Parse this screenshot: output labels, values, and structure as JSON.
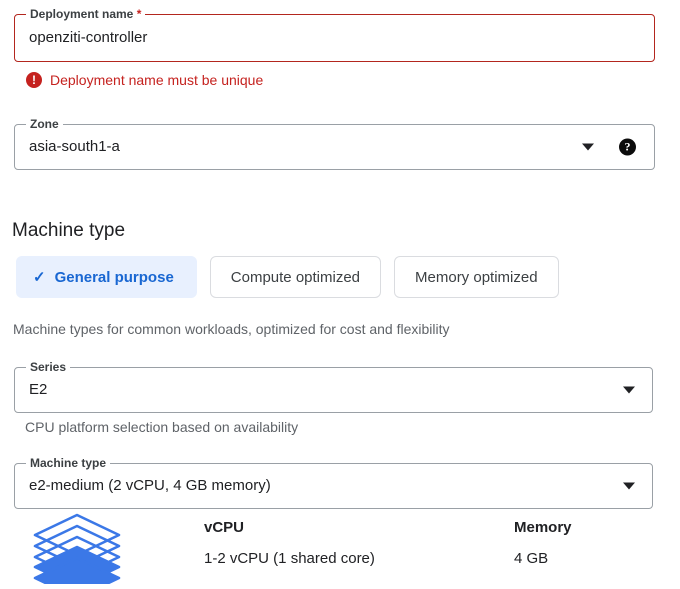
{
  "fields": {
    "deployment_name": {
      "label": "Deployment name",
      "required_marker": "*",
      "value": "openziti-controller",
      "placeholder": "Deployment name",
      "error": "Deployment name must be unique",
      "error_icon": "error-exclamation-icon",
      "border_color": "#b3261e",
      "error_color": "#c5221f"
    },
    "zone": {
      "label": "Zone",
      "value": "asia-south1-a",
      "caret_icon": "chevron-down-icon",
      "help_icon": "help-question-icon",
      "help_glyph": "?"
    },
    "series": {
      "label": "Series",
      "value": "E2",
      "caret_icon": "chevron-down-icon",
      "helper": "CPU platform selection based on availability"
    },
    "machine_type": {
      "label": "Machine type",
      "value": "e2-medium (2 vCPU, 4 GB memory)",
      "caret_icon": "chevron-down-icon"
    }
  },
  "machine_type_section": {
    "heading": "Machine type",
    "helper": "Machine types for common workloads, optimized for cost and flexibility",
    "tabs": [
      {
        "label": "General purpose",
        "selected": true,
        "check_glyph": "✓"
      },
      {
        "label": "Compute optimized",
        "selected": false
      },
      {
        "label": "Memory optimized",
        "selected": false
      }
    ],
    "selected_tab_bg": "#e8f0fe",
    "selected_tab_fg": "#1967d2"
  },
  "specs": {
    "icon": "stacked-layers-icon",
    "icon_color": "#3b78e7",
    "columns": [
      {
        "head": "vCPU",
        "value": "1-2 vCPU (1 shared core)"
      },
      {
        "head": "Memory",
        "value": "4 GB"
      }
    ]
  }
}
